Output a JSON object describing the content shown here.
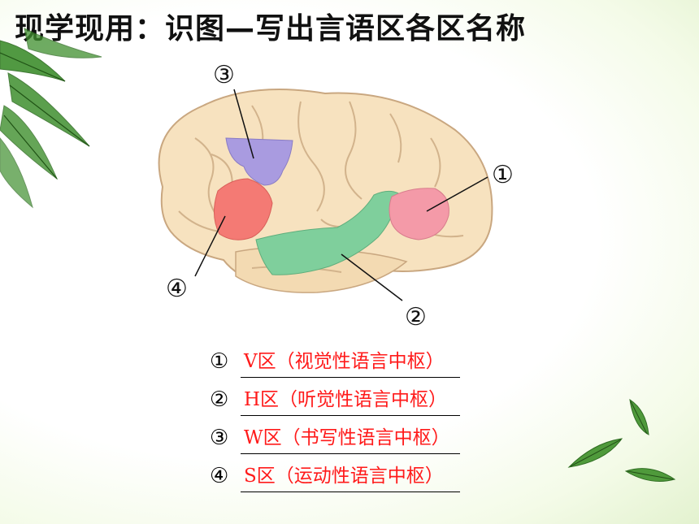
{
  "title": "现学现用：识图—写出言语区各区名称",
  "figure": {
    "markers": [
      "①",
      "②",
      "③",
      "④"
    ],
    "region_colors": {
      "region_1": "#f49aa8",
      "region_2": "#7fcf9c",
      "region_3": "#a99be0",
      "region_4": "#f47a74"
    }
  },
  "answers": [
    {
      "num": "①",
      "text": "V区（视觉性语言中枢）"
    },
    {
      "num": "②",
      "text": "H区（听觉性语言中枢）"
    },
    {
      "num": "③",
      "text": "W区（书写性语言中枢）"
    },
    {
      "num": "④",
      "text": "S区（运动性语言中枢）"
    }
  ]
}
